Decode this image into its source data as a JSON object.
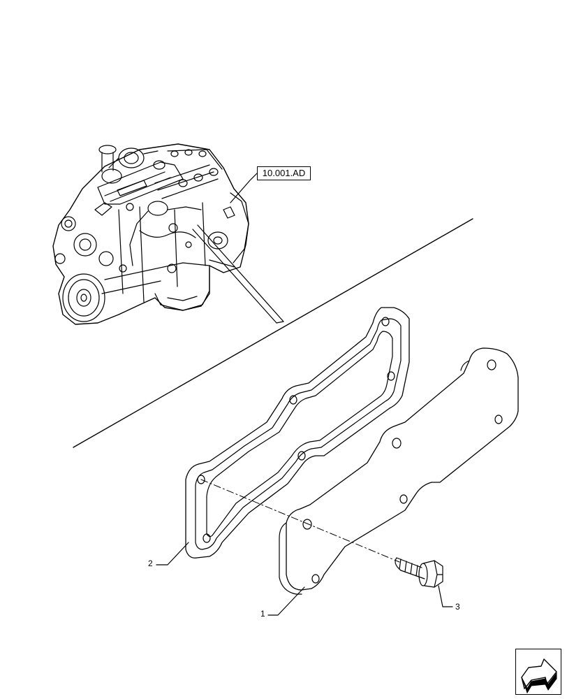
{
  "reference_label": "10.001.AD",
  "callouts": [
    {
      "id": "gasket",
      "number": "2"
    },
    {
      "id": "plate",
      "number": "1"
    },
    {
      "id": "bolt",
      "number": "3"
    }
  ],
  "icons": {
    "nav": "next-page-arrow-icon",
    "engine": "engine-illustration-icon"
  },
  "colors": {
    "line": "#000000",
    "background": "#ffffff"
  }
}
